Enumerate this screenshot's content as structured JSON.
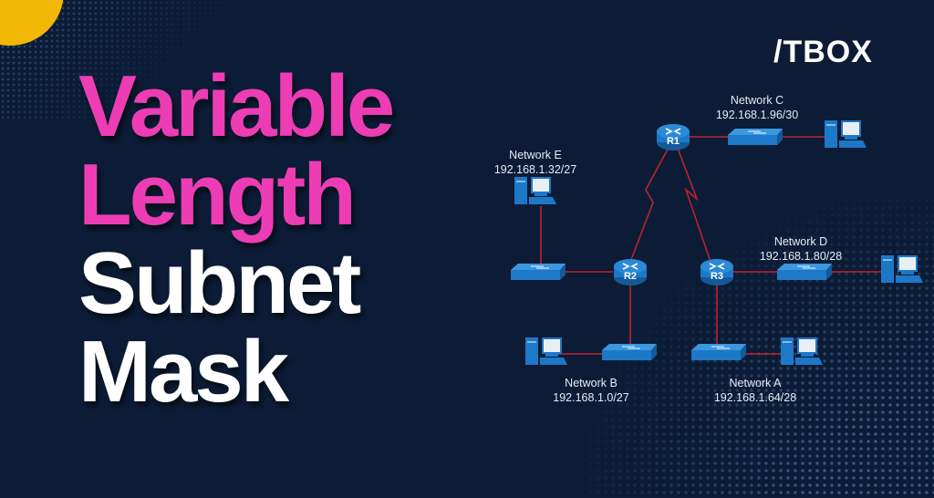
{
  "brand": {
    "logo": "/TBOX",
    "accent_color": "#ec3db4",
    "circle_color": "#f2b705",
    "background_color": "#0c1c36"
  },
  "title": {
    "lines": [
      {
        "text": "Variable",
        "color": "#ec3db4"
      },
      {
        "text": "Length",
        "color": "#ec3db4"
      },
      {
        "text": "Subnet",
        "color": "#ffffff"
      },
      {
        "text": "Mask",
        "color": "#ffffff"
      }
    ]
  },
  "diagram": {
    "routers": [
      {
        "id": "R1",
        "label": "R1"
      },
      {
        "id": "R2",
        "label": "R2"
      },
      {
        "id": "R3",
        "label": "R3"
      }
    ],
    "networks": [
      {
        "id": "C",
        "name": "Network C",
        "subnet": "192.168.1.96/30"
      },
      {
        "id": "E",
        "name": "Network E",
        "subnet": "192.168.1.32/27"
      },
      {
        "id": "D",
        "name": "Network D",
        "subnet": "192.168.1.80/28"
      },
      {
        "id": "B",
        "name": "Network B",
        "subnet": "192.168.1.0/27"
      },
      {
        "id": "A",
        "name": "Network A",
        "subnet": "192.168.1.64/28"
      }
    ],
    "link_color": "#c0202e",
    "device_color": "#1e78c8"
  }
}
